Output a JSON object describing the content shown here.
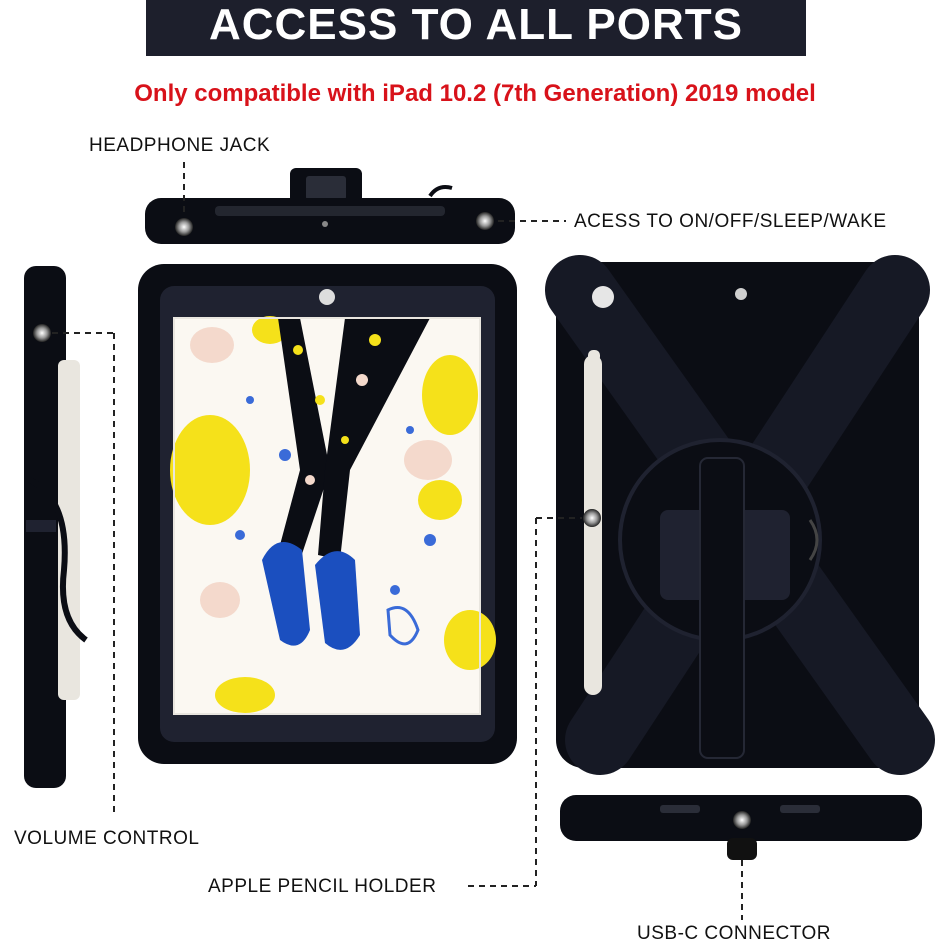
{
  "header": {
    "title": "ACCESS TO ALL PORTS"
  },
  "compatibility_note": "Only compatible with iPad 10.2 (7th Generation) 2019 model",
  "callouts": {
    "headphone_jack": "HEADPHONE JACK",
    "power_button": "ACESS TO ON/OFF/SLEEP/WAKE",
    "volume_control": "VOLUME CONTROL",
    "pencil_holder": "APPLE PENCIL HOLDER",
    "usb_c": "USB-C CONNECTOR"
  },
  "colors": {
    "banner": "#1d1f2c",
    "note": "#d8121a",
    "case": "#0b0d14",
    "screen_accent": "#f5e11a"
  }
}
